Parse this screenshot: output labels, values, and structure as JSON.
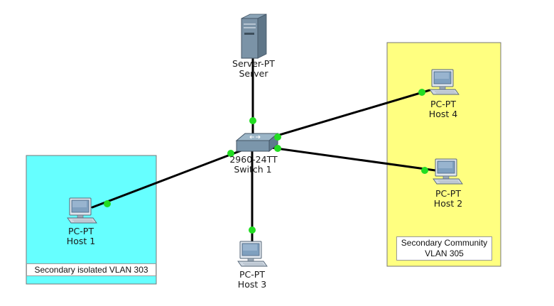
{
  "devices": {
    "server": {
      "model": "Server-PT",
      "name": "Server",
      "icon": "server-icon"
    },
    "switch": {
      "model": "2960-24TT",
      "name": "Switch 1",
      "icon": "switch-icon"
    },
    "host1": {
      "model": "PC-PT",
      "name": "Host 1",
      "icon": "pc-icon"
    },
    "host2": {
      "model": "PC-PT",
      "name": "Host 2",
      "icon": "pc-icon"
    },
    "host3": {
      "model": "PC-PT",
      "name": "Host 3",
      "icon": "pc-icon"
    },
    "host4": {
      "model": "PC-PT",
      "name": "Host 4",
      "icon": "pc-icon"
    }
  },
  "areas": {
    "isolated": {
      "color": "#66ffff",
      "note": "Secondary isolated VLAN 303"
    },
    "community": {
      "color": "#ffff80",
      "note_line1": "Secondary Community",
      "note_line2": "VLAN 305"
    }
  },
  "link_status_color": "#22dd22"
}
